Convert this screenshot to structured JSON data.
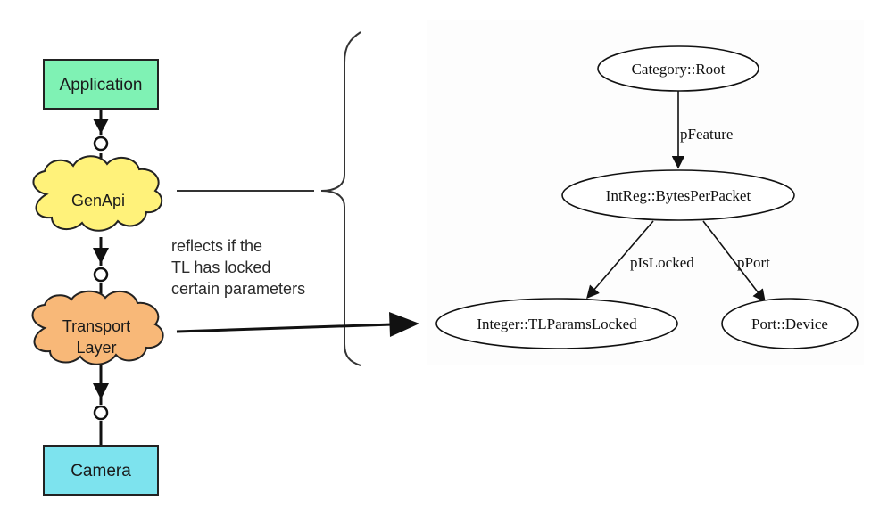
{
  "left_stack": {
    "application": "Application",
    "genapi": "GenApi",
    "transport_layer": [
      "Transport",
      "Layer"
    ],
    "camera": "Camera"
  },
  "note": [
    "reflects if the",
    "TL has locked",
    "certain parameters"
  ],
  "graph": {
    "nodes": {
      "root": "Category::Root",
      "bytes": "IntReg::BytesPerPacket",
      "locked": "Integer::TLParamsLocked",
      "device": "Port::Device"
    },
    "edges": {
      "pfeature": "pFeature",
      "pislocked": "pIsLocked",
      "pport": "pPort"
    }
  },
  "colors": {
    "application_fill": "#7ff2b4",
    "genapi_fill": "#fff27a",
    "transport_fill": "#f8b878",
    "camera_fill": "#7de3ee"
  }
}
